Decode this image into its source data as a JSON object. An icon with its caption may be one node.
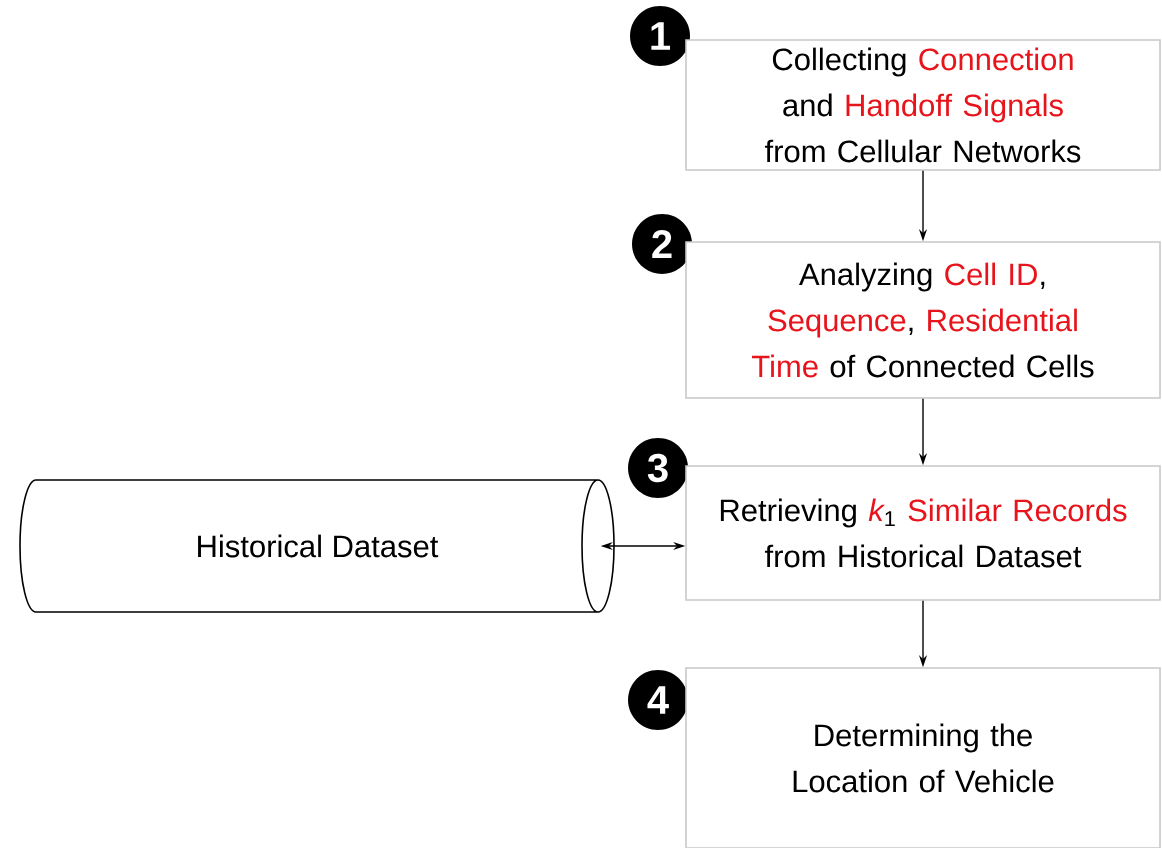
{
  "diagram": {
    "nodes": [
      {
        "text": [
          "1"
        ]
      },
      {
        "text": [
          "Collecting **Connection** and **Handoff Signals** from Cellular Networks"
        ]
      },
      {
        "text": [
          "2"
        ]
      },
      {
        "text": [
          "Analyzing **Cell ID**, **Sequence**, **Residential Time** of Connected Cells"
        ]
      },
      {
        "text": [
          "Historical Dataset"
        ]
      },
      {
        "text": [
          "3"
        ]
      },
      {
        "text": [
          "Retrieving *k*$_{1}$ **Similar Records** from Historical Dataset"
        ]
      },
      {
        "text": [
          "4"
        ]
      },
      {
        "text": [
          "Determining the Location of Vehicle"
        ]
      }
    ],
    "edges": [
      {
        "from": 1,
        "to": 3,
        "arrow": "to"
      },
      {
        "from": 3,
        "to": 6,
        "arrow": "to"
      },
      {
        "from": 4,
        "to": 6,
        "arrow": "both"
      },
      {
        "from": 6,
        "to": 8,
        "arrow": "to"
      }
    ]
  }
}
